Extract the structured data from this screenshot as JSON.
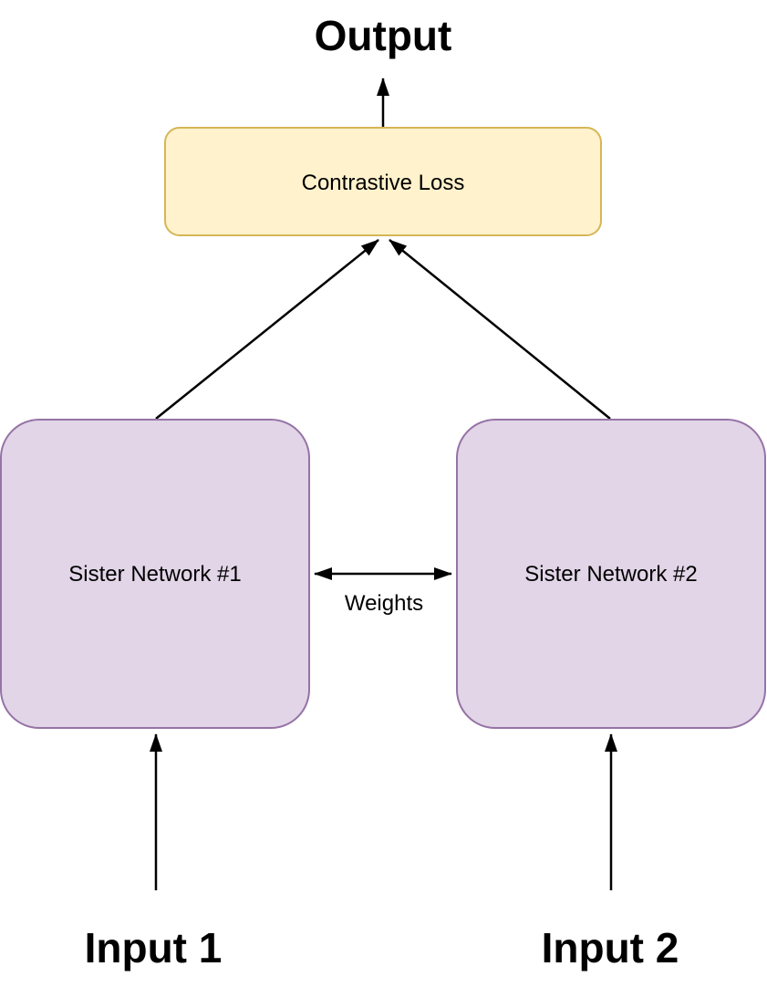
{
  "diagram": {
    "output_label": "Output",
    "loss_node": {
      "label": "Contrastive Loss"
    },
    "sister_networks": [
      {
        "label": "Sister Network #1"
      },
      {
        "label": "Sister Network #2"
      }
    ],
    "weights_label": "Weights",
    "inputs": [
      {
        "label": "Input 1"
      },
      {
        "label": "Input 2"
      }
    ]
  },
  "colors": {
    "background": "#FFFFFF",
    "text": "#000000",
    "arrow": "#000000",
    "loss-fill": "#FFF2CC",
    "loss-stroke": "#D6B656",
    "network-fill": "#E1D5E7",
    "network-stroke": "#9673A6"
  }
}
